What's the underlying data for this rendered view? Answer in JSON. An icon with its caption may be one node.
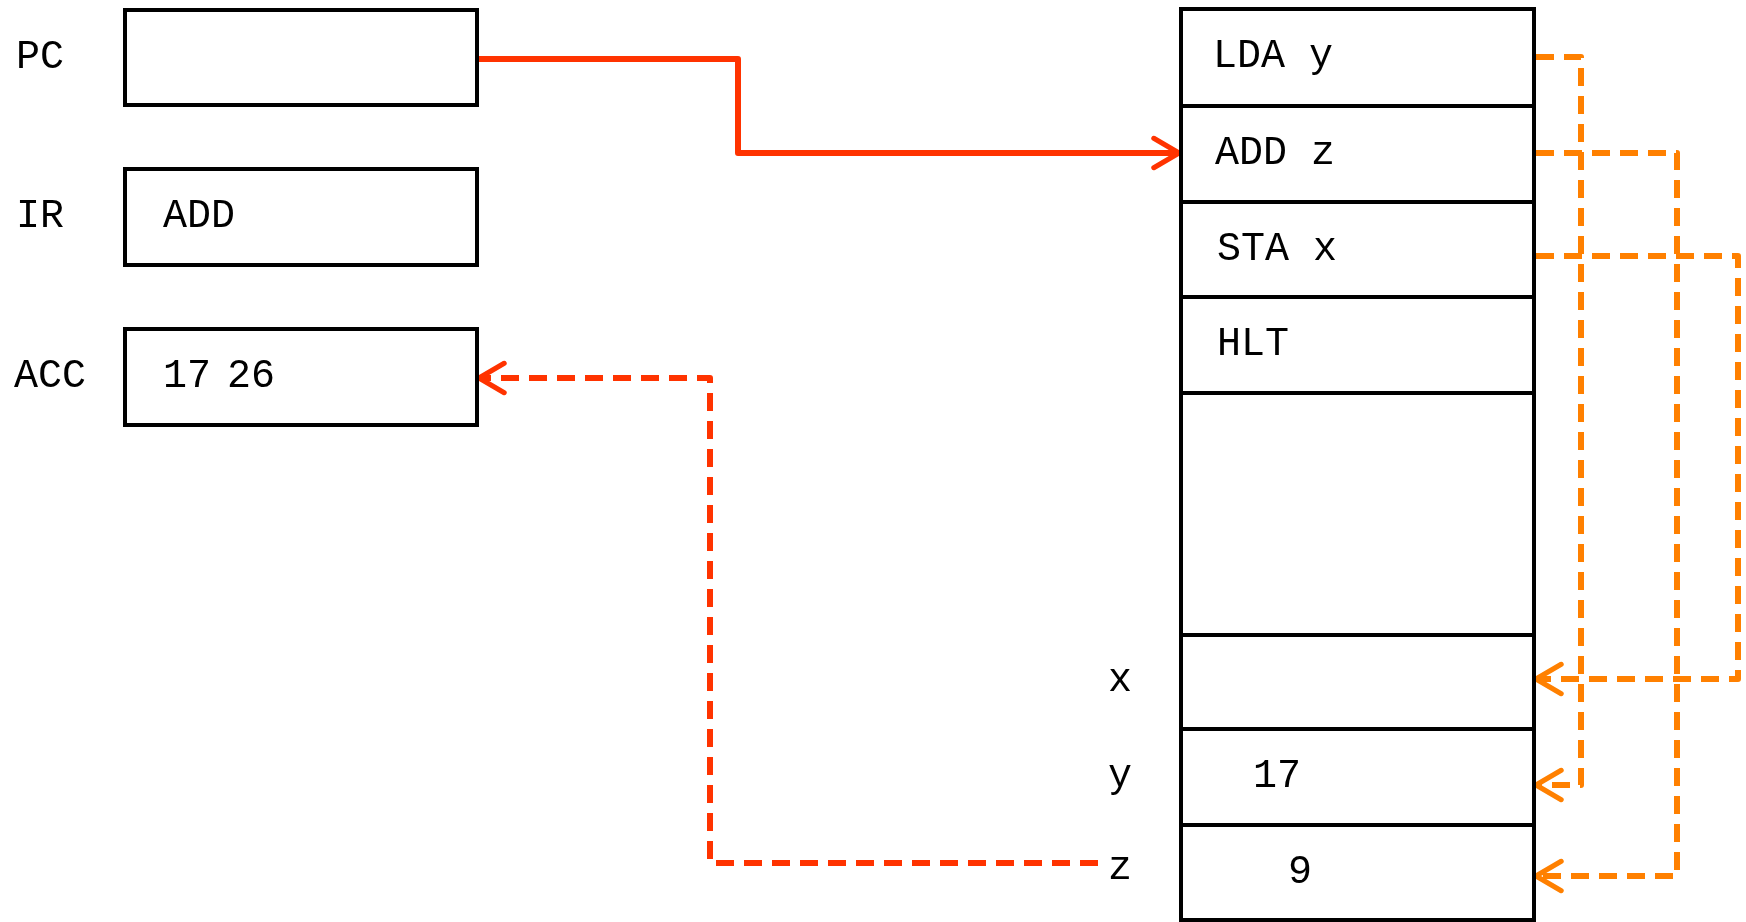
{
  "diagram": {
    "nodes": [
      {
        "text": [],
        "shape": "box",
        "beside": [
          "PC"
        ]
      },
      {
        "text": [
          "ADD"
        ],
        "beside": [
          "IR"
        ]
      },
      {
        "text": [
          "17",
          "26"
        ],
        "beside": [
          "ACC"
        ]
      },
      {
        "text": [
          "LDA y"
        ]
      },
      {
        "text": [
          "ADD z"
        ]
      },
      {
        "text": [
          "STA x"
        ]
      },
      {
        "text": [
          "HLT"
        ]
      },
      {
        "text": [],
        "shape": "box"
      },
      {
        "text": [],
        "shape": "box",
        "beside": [
          "x"
        ]
      },
      {
        "text": [
          "17"
        ],
        "beside": [
          "y"
        ]
      },
      {
        "text": [
          "9"
        ],
        "beside": [
          "z"
        ]
      }
    ],
    "edges": [
      {
        "from": 0,
        "to": 4,
        "arrow": "to",
        "color": "#ff3300"
      },
      {
        "from": 10,
        "to": 2,
        "arrow": "to",
        "style": "dashed",
        "color": "#ff3300"
      },
      {
        "from": 3,
        "to": 9,
        "arrow": "to",
        "style": "dashed"
      },
      {
        "from": 4,
        "to": 10,
        "arrow": "to",
        "style": "dashed"
      },
      {
        "from": 5,
        "to": 8,
        "arrow": "to",
        "style": "dashed"
      }
    ]
  }
}
